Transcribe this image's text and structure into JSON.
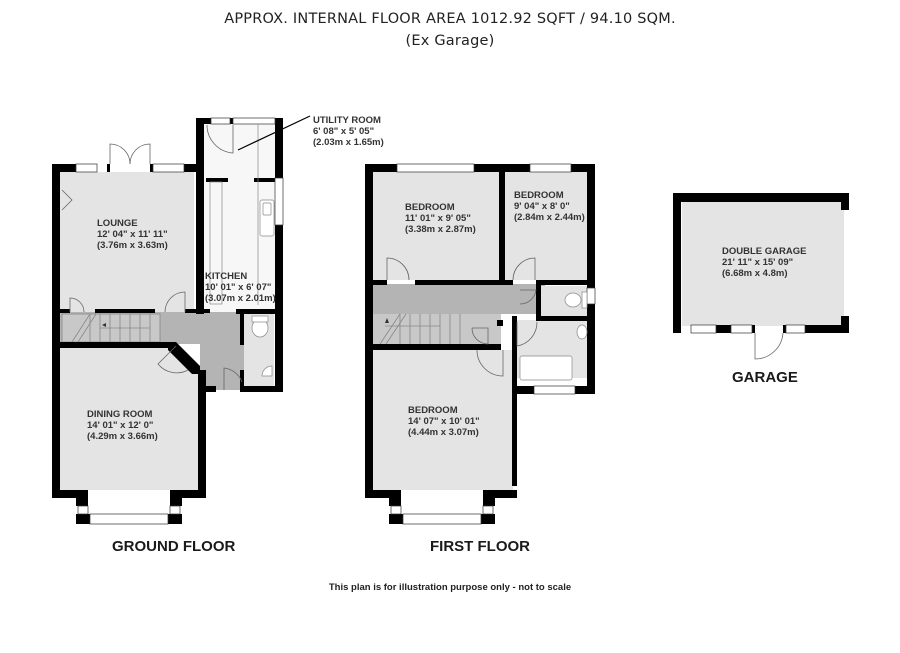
{
  "header": {
    "title": "APPROX. INTERNAL FLOOR AREA 1012.92 SQFT / 94.10 SQM.",
    "subtitle": "(Ex Garage)"
  },
  "floors": {
    "ground": {
      "label": "GROUND FLOOR",
      "rooms": [
        {
          "name": "LOUNGE",
          "imperial": "12' 04\" x 11' 11\"",
          "metric": "(3.76m x 3.63m)"
        },
        {
          "name": "KITCHEN",
          "imperial": "10' 01\" x 6' 07\"",
          "metric": "(3.07m x 2.01m)"
        },
        {
          "name": "UTILITY ROOM",
          "imperial": "6' 08\" x 5' 05\"",
          "metric": "(2.03m x 1.65m)"
        },
        {
          "name": "DINING ROOM",
          "imperial": "14' 01\" x 12' 0\"",
          "metric": "(4.29m x 3.66m)"
        }
      ]
    },
    "first": {
      "label": "FIRST FLOOR",
      "rooms": [
        {
          "name": "BEDROOM",
          "imperial": "11' 01\" x 9' 05\"",
          "metric": "(3.38m x 2.87m)"
        },
        {
          "name": "BEDROOM",
          "imperial": "9' 04\" x 8' 0\"",
          "metric": "(2.84m x 2.44m)"
        },
        {
          "name": "BEDROOM",
          "imperial": "14' 07\" x 10' 01\"",
          "metric": "(4.44m x 3.07m)"
        }
      ]
    },
    "garage": {
      "label": "GARAGE",
      "rooms": [
        {
          "name": "DOUBLE GARAGE",
          "imperial": "21' 11\" x 15' 09\"",
          "metric": "(6.68m x 4.8m)"
        }
      ]
    }
  },
  "footer": {
    "disclaimer": "This plan is for illustration purpose only - not to scale"
  },
  "colors": {
    "wall": "#000000",
    "room_fill": "#e4e4e4",
    "hall_fill": "#b4b4b4",
    "kitchen_fill": "#f7f7f7",
    "text": "#333333"
  }
}
